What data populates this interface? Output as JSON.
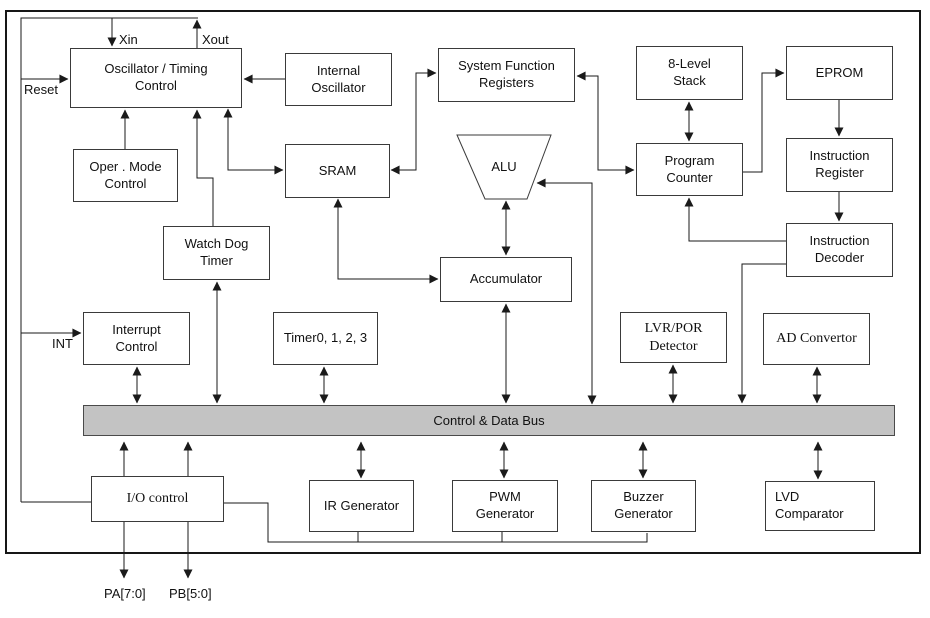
{
  "blocks": {
    "oscillator": {
      "label": "Oscillator / Timing\nControl"
    },
    "oper_mode": {
      "label": "Oper . Mode\nControl"
    },
    "internal_osc": {
      "label": "Internal\nOscillator"
    },
    "sfr": {
      "label": "System Function\nRegisters"
    },
    "stack": {
      "label": "8-Level\nStack"
    },
    "eprom": {
      "label": "EPROM"
    },
    "sram": {
      "label": "SRAM"
    },
    "alu": {
      "label": "ALU"
    },
    "program_counter": {
      "label": "Program\nCounter"
    },
    "instr_register": {
      "label": "Instruction\nRegister"
    },
    "watchdog": {
      "label": "Watch Dog\nTimer"
    },
    "instr_decoder": {
      "label": "Instruction\nDecoder"
    },
    "accumulator": {
      "label": "Accumulator"
    },
    "interrupt": {
      "label": "Interrupt\nControl"
    },
    "timers": {
      "label": "Timer0, 1, 2, 3"
    },
    "lvr_por": {
      "label": "LVR/POR\nDetector"
    },
    "ad_convertor": {
      "label": "AD Convertor"
    },
    "io_control": {
      "label": "I/O control"
    },
    "ir_generator": {
      "label": "IR Generator"
    },
    "pwm_generator": {
      "label": "PWM\nGenerator"
    },
    "buzzer_generator": {
      "label": "Buzzer\nGenerator"
    },
    "lvd_comparator": {
      "label": "LVD\nComparator"
    }
  },
  "bus": {
    "label": "Control & Data Bus",
    "fill": "#c3c3c3"
  },
  "pins": {
    "xin": {
      "label": "Xin"
    },
    "xout": {
      "label": "Xout"
    },
    "reset": {
      "label": "Reset"
    },
    "int": {
      "label": "INT"
    },
    "pa": {
      "label": "PA[7:0]"
    },
    "pb": {
      "label": "PB[5:0]"
    }
  },
  "colors": {
    "line": "#1a1a1a",
    "bus_fill": "#c3c3c3",
    "box_border": "#3a3a3a",
    "background": "#ffffff"
  }
}
